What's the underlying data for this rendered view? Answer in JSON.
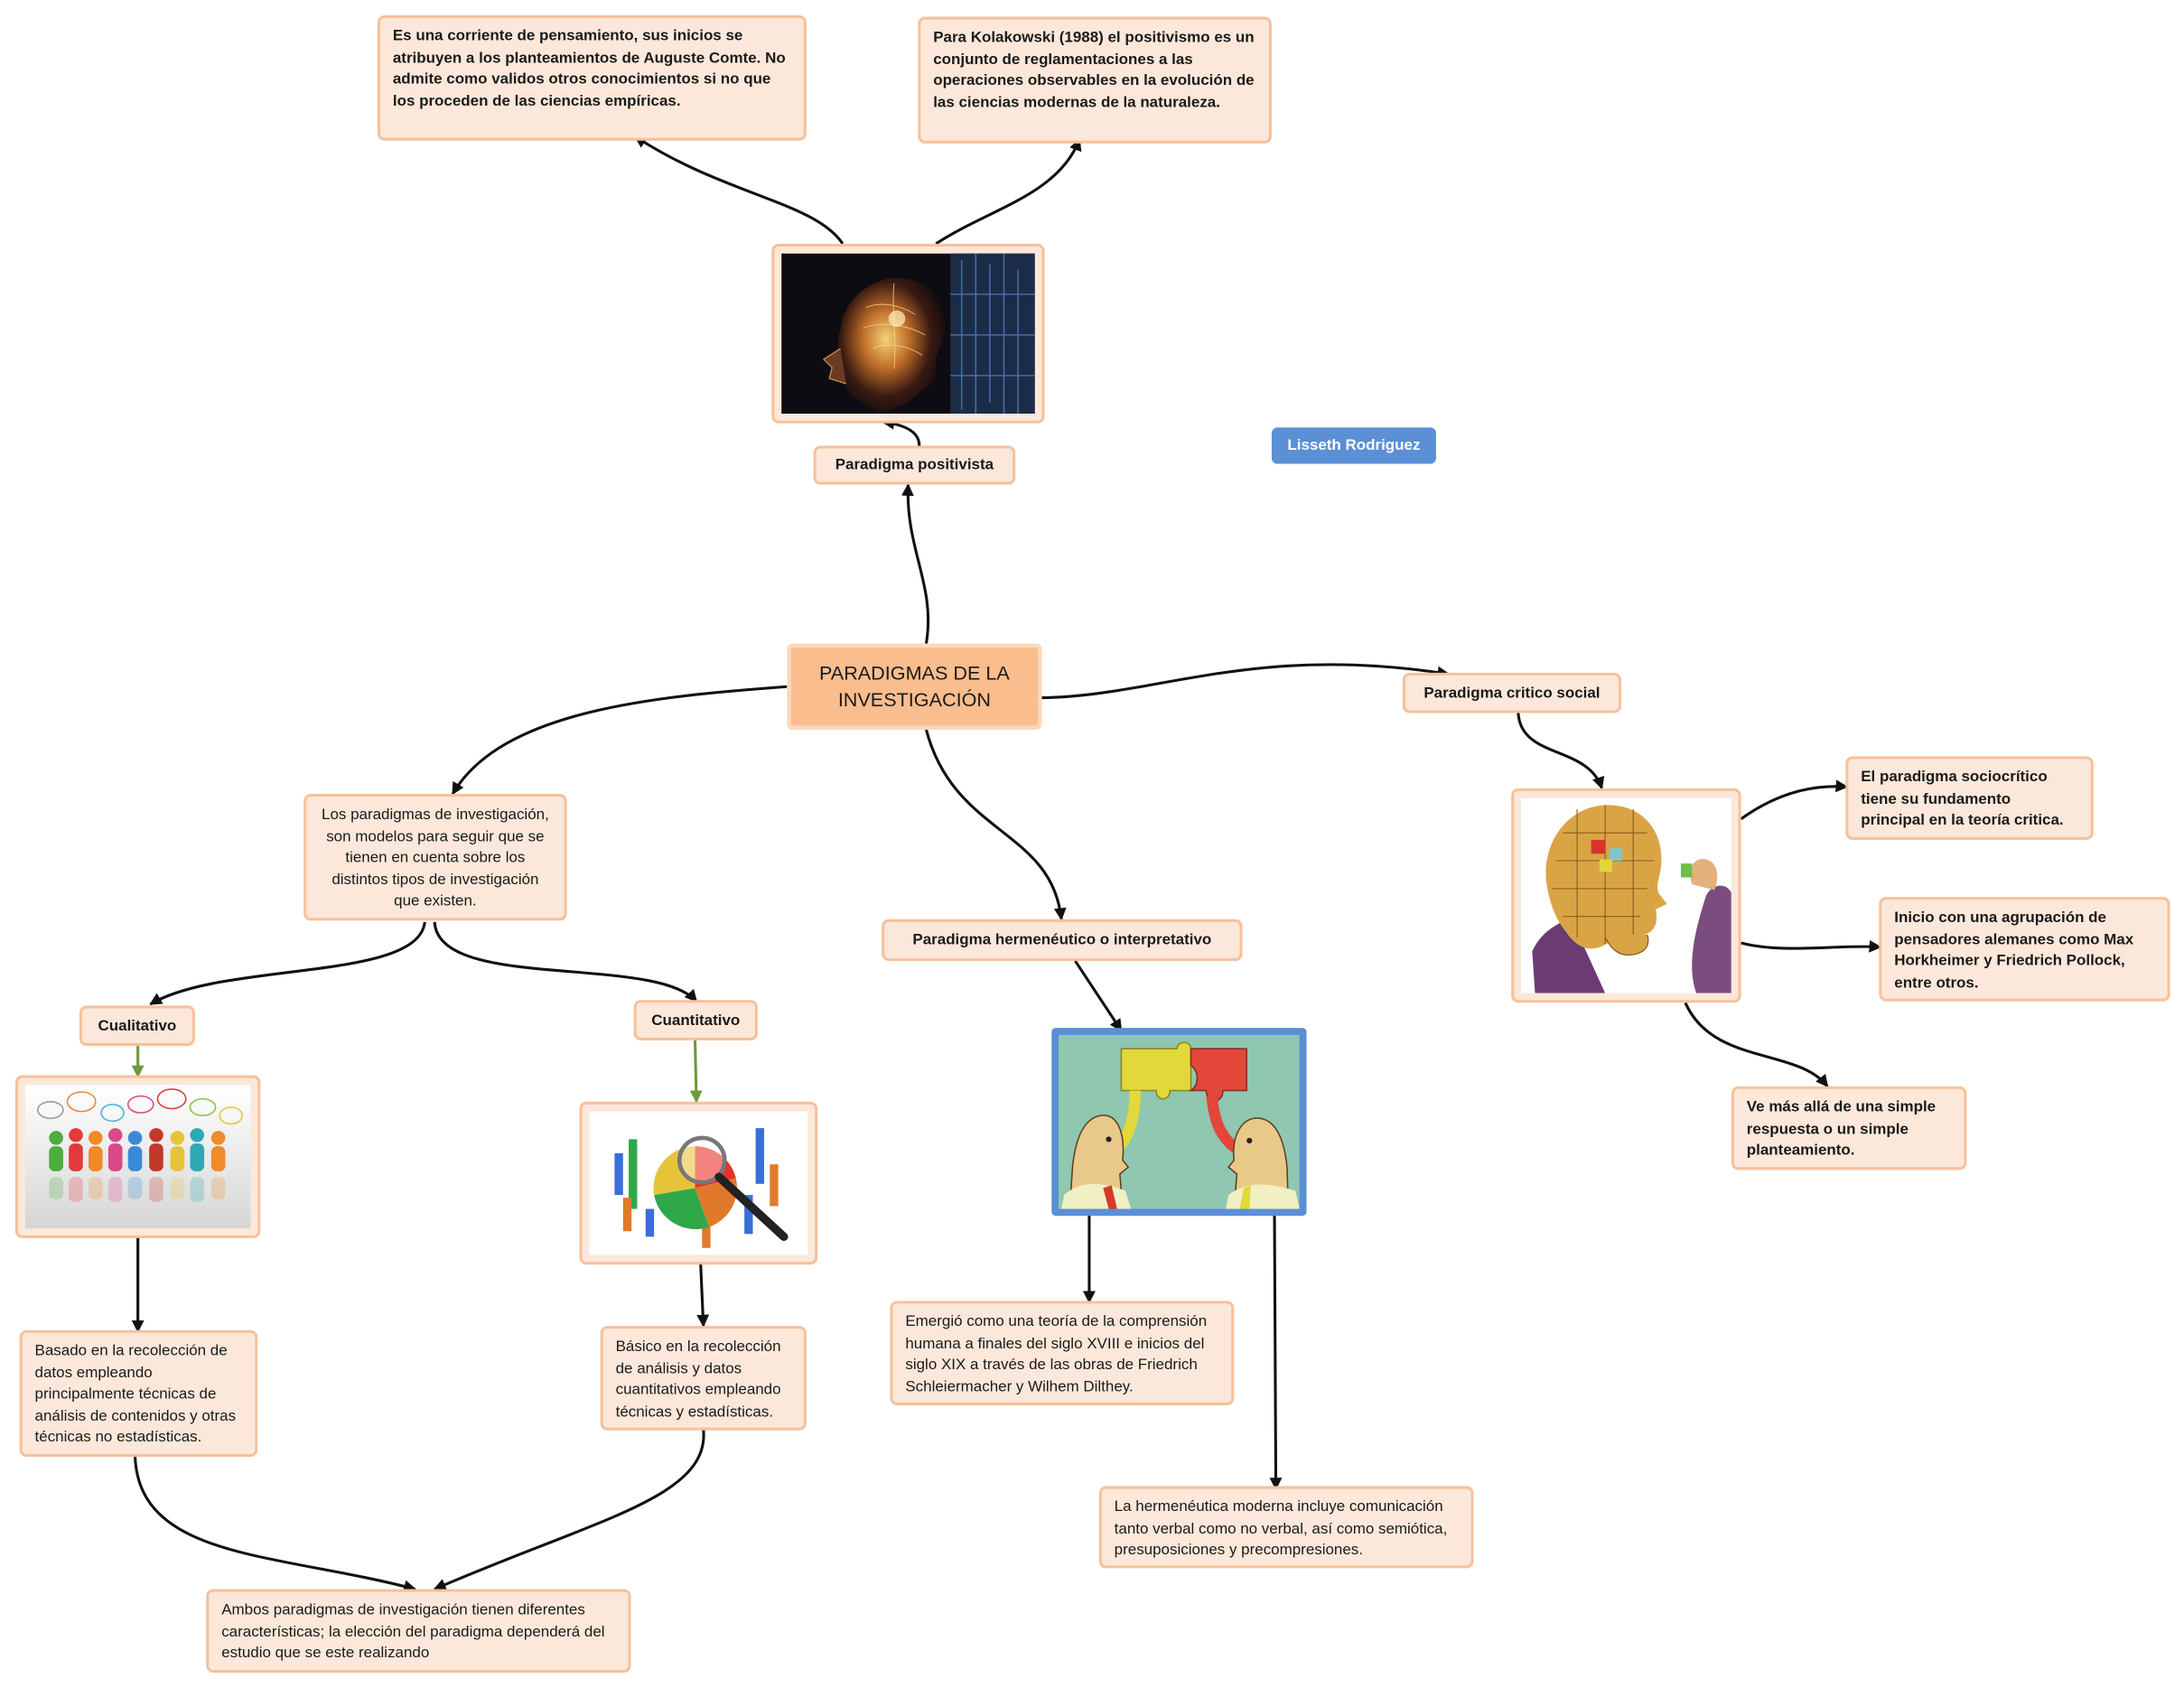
{
  "central": "PARADIGMAS DE LA INVESTIGACIÓN",
  "author": "Lisseth Rodriguez",
  "positivista": {
    "label": "Paradigma positivista",
    "image": "brain-technology-image",
    "notes": [
      "Es una corriente de pensamiento, sus inicios se atribuyen a los planteamientos de Auguste Comte. No admite como validos otros conocimientos si no que los proceden de las ciencias empíricas.",
      "Para Kolakowski (1988) el positivismo es un conjunto de reglamentaciones a las operaciones observables en la evolución de las ciencias modernas de la naturaleza."
    ]
  },
  "critico": {
    "label": "Paradigma critico social",
    "image": "puzzle-head-thinker-image",
    "notes": [
      "El paradigma sociocrítico tiene su fundamento principal en la teoría critica.",
      "Inicio con una agrupación de pensadores alemanes como Max Horkheimer y Friedrich Pollock, entre otros.",
      "Ve más allá de una simple respuesta o un simple planteamiento."
    ]
  },
  "hermeneutico": {
    "label": "Paradigma hermenéutico o interpretativo",
    "image": "dialogue-puzzle-bubbles-image",
    "notes": [
      "Emergió como una teoría de la comprensión humana a finales del siglo XVIII e inicios del siglo XIX a través de las obras de Friedrich Schleiermacher y Wilhem Dilthey.",
      "La hermenéutica moderna incluye comunicación tanto verbal como no verbal, así como semiótica, presuposiciones y precompresiones."
    ]
  },
  "definicion": "Los paradigmas de investigación, son modelos para seguir que se tienen en cuenta sobre los distintos tipos de investigación que existen.",
  "cualitativo": {
    "label": "Cualitativo",
    "image": "people-speech-bubbles-image",
    "note": "Basado en la recolección de datos empleando principalmente técnicas de análisis de contenidos y otras técnicas no estadísticas."
  },
  "cuantitativo": {
    "label": "Cuantitativo",
    "image": "charts-magnifier-image",
    "note": "Básico en la recolección de análisis y datos cuantitativos empleando técnicas y estadísticas."
  },
  "conclusion": "Ambos paradigmas de investigación tienen diferentes características; la elección del paradigma dependerá del estudio que se este realizando",
  "colors": {
    "node_fill": "#fce8da",
    "node_border": "#f6c19b",
    "central_fill": "#f9bd8e",
    "author_fill": "#5b8fd6",
    "green_arrow": "#6a9a3a"
  }
}
